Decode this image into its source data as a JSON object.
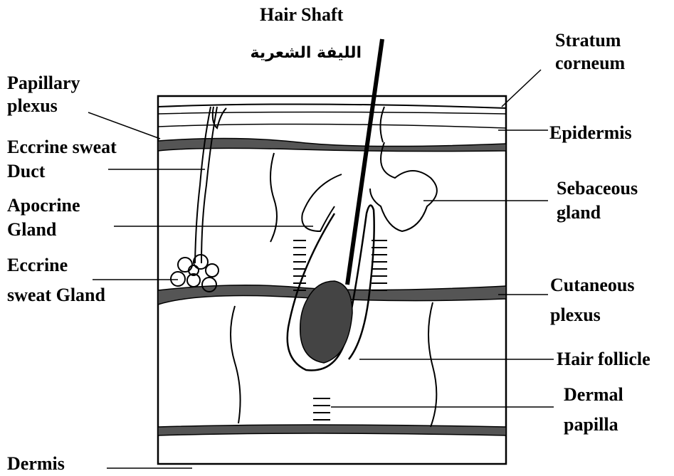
{
  "labels": {
    "hair_shaft": "Hair Shaft",
    "hair_shaft_arabic": "الليفة الشعرية",
    "stratum_corneum": [
      "Stratum",
      "corneum"
    ],
    "papillary_plexus": [
      "Papillary",
      "plexus"
    ],
    "epidermis": "Epidermis",
    "eccrine_sweat_duct": [
      "Eccrine sweat",
      "Duct"
    ],
    "sebaceous_gland": [
      "Sebaceous",
      "gland"
    ],
    "apocrine_gland": [
      "Apocrine",
      "Gland"
    ],
    "eccrine_sweat_gland": [
      "Eccrine",
      "sweat Gland"
    ],
    "cutaneous_plexus": [
      "Cutaneous",
      "plexus"
    ],
    "hair_follicle": "Hair follicle",
    "dermal_papilla": [
      "Dermal",
      "papilla"
    ],
    "dermis": "Dermis"
  }
}
